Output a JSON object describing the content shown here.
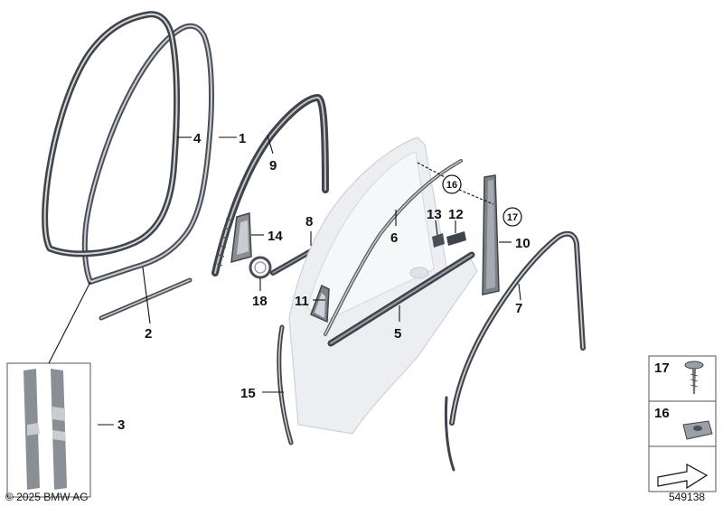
{
  "callouts": {
    "c1": "1",
    "c2": "2",
    "c3": "3",
    "c4": "4",
    "c5": "5",
    "c6": "6",
    "c7": "7",
    "c8": "8",
    "c9": "9",
    "c10": "10",
    "c11": "11",
    "c12": "12",
    "c13": "13",
    "c14": "14",
    "c15": "15",
    "c16": "16",
    "c17": "17",
    "c18": "18"
  },
  "legend": {
    "item17": "17",
    "item16": "16"
  },
  "footer": {
    "copyright": "© 2025 BMW AG",
    "diagram_number": "549138"
  },
  "colors": {
    "seal_dark": "#4a4f57",
    "seal_light": "#c9ccd1",
    "panel": "#e9ebee",
    "line": "#111111"
  }
}
